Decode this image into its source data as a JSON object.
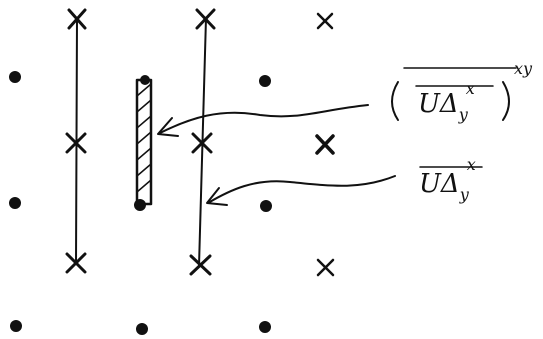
{
  "labels": {
    "upper": {
      "base": "UΔ",
      "sub": "y",
      "sup_inner": "x",
      "sup_outer": "xy"
    },
    "lower": {
      "base": "UΔ",
      "sub": "y",
      "sup": "x"
    }
  },
  "grid": {
    "cells": [
      {
        "id": "c1",
        "kind": "cross",
        "col": 1,
        "row": 1
      },
      {
        "id": "c2",
        "kind": "cross",
        "col": 2,
        "row": 1
      },
      {
        "id": "c3",
        "kind": "cross",
        "col": 3,
        "row": 1
      },
      {
        "id": "d1",
        "kind": "dot",
        "col": 1,
        "row": 2
      },
      {
        "id": "d2",
        "kind": "dot",
        "col": 2,
        "row": 2
      },
      {
        "id": "d3",
        "kind": "dot",
        "col": 3,
        "row": 2
      },
      {
        "id": "c4",
        "kind": "cross",
        "col": 1,
        "row": 3
      },
      {
        "id": "c5",
        "kind": "cross",
        "col": 2,
        "row": 3
      },
      {
        "id": "c6",
        "kind": "cross",
        "col": 3,
        "row": 3
      },
      {
        "id": "d4",
        "kind": "dot",
        "col": 1,
        "row": 4
      },
      {
        "id": "d5",
        "kind": "dot",
        "col": 2,
        "row": 4
      },
      {
        "id": "d6",
        "kind": "dot",
        "col": 3,
        "row": 4
      },
      {
        "id": "c7",
        "kind": "cross",
        "col": 1,
        "row": 5
      },
      {
        "id": "c8",
        "kind": "cross",
        "col": 2,
        "row": 5
      },
      {
        "id": "c9",
        "kind": "cross",
        "col": 3,
        "row": 5
      },
      {
        "id": "d7",
        "kind": "dot",
        "col": 1,
        "row": 6
      },
      {
        "id": "d8",
        "kind": "dot",
        "col": 2,
        "row": 6
      },
      {
        "id": "d9",
        "kind": "dot",
        "col": 3,
        "row": 6
      }
    ]
  },
  "colors": {
    "ink": "#111111",
    "background": "#ffffff"
  }
}
